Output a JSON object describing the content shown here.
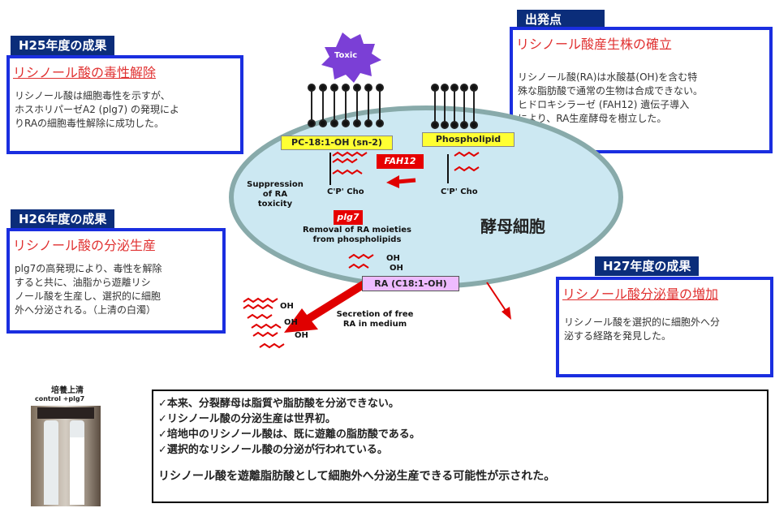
{
  "h25": {
    "tag": "H25年度の成果",
    "title": "リシノール酸の毒性解除",
    "body_lines": [
      "リシノール酸は細胞毒性を示すが、",
      "ホスホリパーゼA2 (plg7) の発現によ",
      "りRAの細胞毒性解除に成功した。"
    ]
  },
  "origin": {
    "tag": "出発点",
    "title": "リシノール酸産生株の確立",
    "body_lines": [
      "リシノール酸(RA)は水酸基(OH)を含む特",
      "殊な脂肪酸で通常の生物は合成できない。",
      "ヒドロキシラーゼ (FAH12) 遺伝子導入",
      "により、RA生産酵母を樹立した。"
    ]
  },
  "h26": {
    "tag": "H26年度の成果",
    "title": "リシノール酸の分泌生産",
    "body_lines": [
      "plg7の高発現により、毒性を解除",
      "すると共に、油脂から遊離リシ",
      "ノール酸を生産し、選択的に細胞",
      "外へ分泌される。（上清の白濁）"
    ]
  },
  "h27": {
    "tag": "H27年度の成果",
    "title": "リシノール酸分泌量の増加",
    "body_lines": [
      "リシノール酸を選択的に細胞外へ分",
      "泌する経路を発見した。"
    ]
  },
  "diagram": {
    "toxic": "Toxic",
    "pc_label": "PC-18:1-OH  (sn-2)",
    "phospholipid": "Phospholipid",
    "fah12": "FAH12",
    "plg7": "plg7",
    "suppression": [
      "Suppression",
      "of    RA",
      "toxicity"
    ],
    "removal": [
      "Removal of RA moieties",
      "from phospholipids"
    ],
    "yeast": "酵母細胞",
    "ra": "RA (C18:1-OH)",
    "secretion": [
      "Secretion of free",
      "RA in medium"
    ],
    "cpcho": "C'P' Cho",
    "oh": "OH"
  },
  "photo": {
    "title": "培養上清",
    "sub": "control  +plg7"
  },
  "conclusion": {
    "checks": [
      "✓本来、分裂酵母は脂質や脂肪酸を分泌できない。",
      "✓リシノール酸の分泌生産は世界初。",
      "✓培地中のリシノール酸は、既に遊離の脂肪酸である。",
      "✓選択的なリシノール酸の分泌が行われている。"
    ],
    "summary": "リシノール酸を遊離脂肪酸として細胞外へ分泌生産できる可能性が示された。"
  },
  "colors": {
    "navy": "#0b2d7a",
    "blue_border": "#1a2ee0",
    "red": "#e03030",
    "cell": "#cce8f2"
  }
}
